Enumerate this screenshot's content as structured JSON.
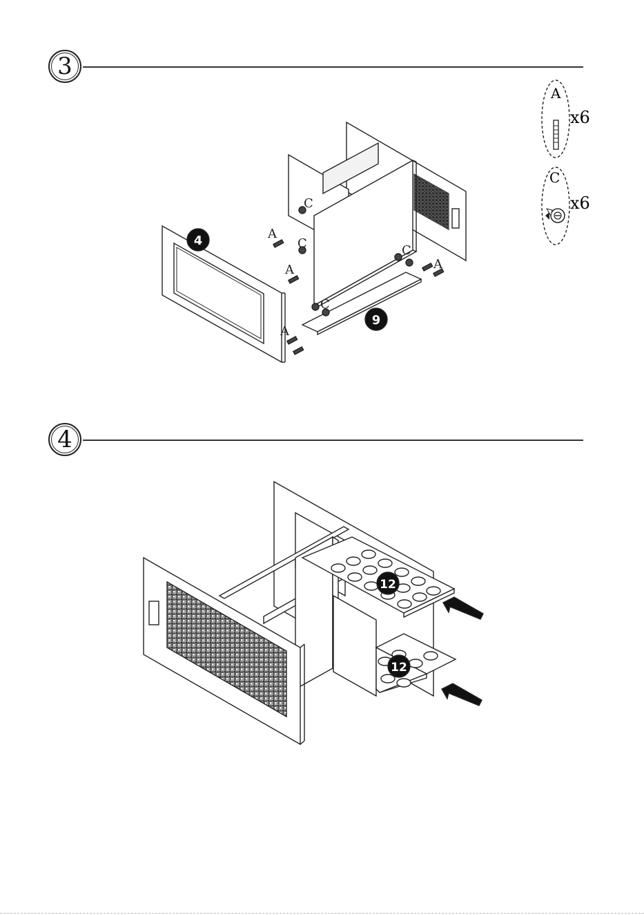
{
  "steps": [
    {
      "number": "3",
      "parts": [
        {
          "callout": "4"
        },
        {
          "callout": "9"
        }
      ],
      "hardware": [
        {
          "letter": "A",
          "quantity": "x6",
          "icon": "dowel-icon"
        },
        {
          "letter": "C",
          "quantity": "x6",
          "icon": "cam-lock-icon"
        }
      ],
      "labels": {
        "dowel": "A",
        "cam": "C"
      }
    },
    {
      "number": "4",
      "parts": [
        {
          "callout": "12"
        },
        {
          "callout": "12"
        }
      ]
    }
  ]
}
